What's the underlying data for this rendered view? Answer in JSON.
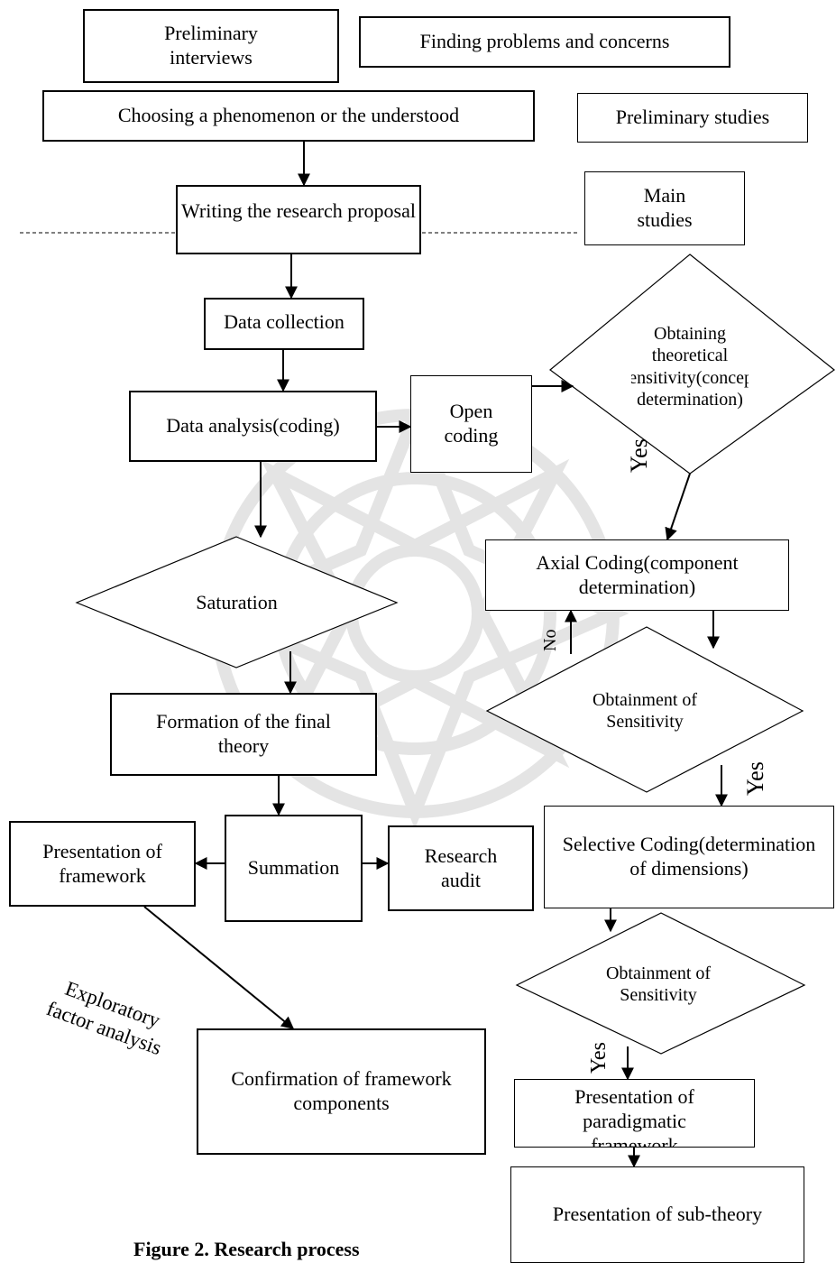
{
  "diagram": {
    "nodes": {
      "preliminary_interviews": "Preliminary interviews",
      "finding_problems": "Finding problems and concerns",
      "choosing_phenomenon": "Choosing a phenomenon or the understood",
      "preliminary_studies": "Preliminary studies",
      "writing_proposal": "Writing the research proposal",
      "main_studies": "Main studies",
      "data_collection": "Data collection",
      "theoretical_sensitivity": "Obtaining theoretical sensitivity(concept determination)",
      "data_analysis": "Data analysis(coding)",
      "open_coding": "Open coding",
      "axial_coding": "Axial Coding(component determination)",
      "saturation": "Saturation",
      "obtainment_sensitivity_1": "Obtainment of Sensitivity",
      "formation_theory": "Formation of the final theory",
      "presentation_framework": "Presentation of framework",
      "summation": "Summation",
      "research_audit": "Research audit",
      "selective_coding": "Selective Coding(determination of dimensions)",
      "obtainment_sensitivity_2": "Obtainment of Sensitivity",
      "confirmation_components": "Confirmation of framework components",
      "presentation_paradigmatic": "Presentation of paradigmatic framework",
      "presentation_subtheory": "Presentation of sub-theory"
    },
    "edge_labels": {
      "yes_1": "Yes",
      "no": "No",
      "yes_2": "Yes",
      "yes_3": "Yes",
      "exploratory_factor_analysis": "Exploratory factor analysis"
    },
    "caption": "Figure 2. Research process"
  }
}
